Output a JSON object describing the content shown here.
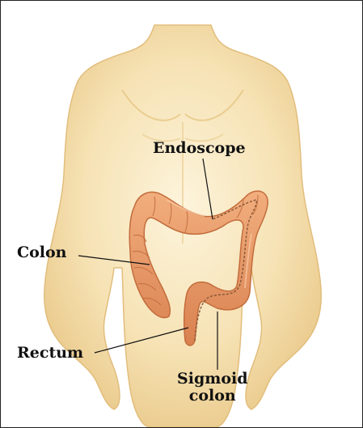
{
  "labels": {
    "endoscope": "Endoscope",
    "colon": "Colon",
    "rectum": "Rectum",
    "sigmoid_line1": "Sigmoid",
    "sigmoid_line2": "colon"
  },
  "colors": {
    "skin_light": "#fbf0d2",
    "skin_mid": "#f3dca5",
    "skin_shadow": "#e6c27e",
    "colon_fill": "#ec9d6a",
    "colon_shade": "#cf7544",
    "leader_line": "#111111",
    "border": "#222222"
  },
  "icons": {
    "figure": "human-torso-illustration"
  }
}
